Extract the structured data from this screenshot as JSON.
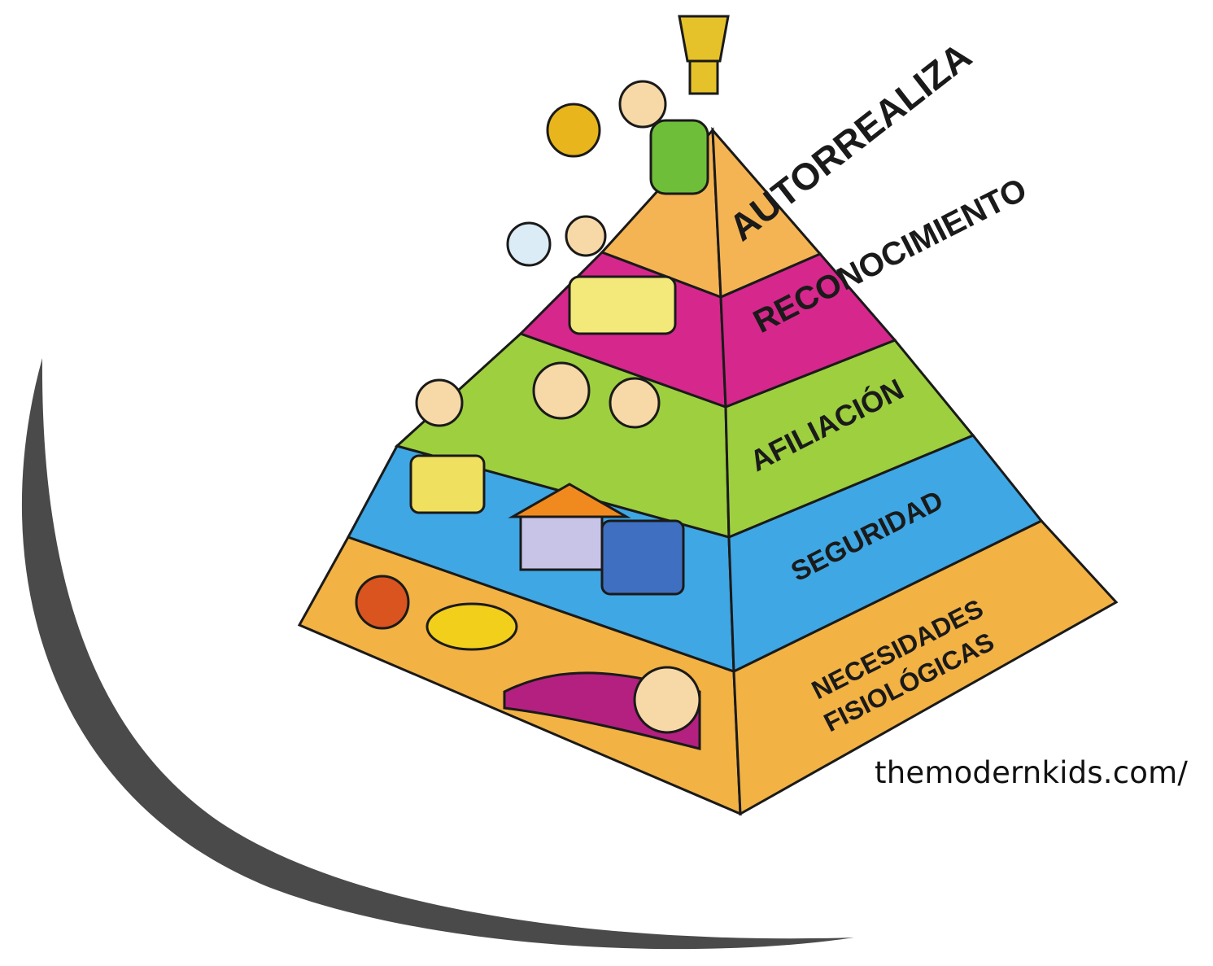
{
  "pyramid": {
    "levels": [
      {
        "key": "self-actualization",
        "label": "AUTORREALIZA",
        "color": "#f5b453"
      },
      {
        "key": "esteem",
        "label": "RECONOCIMIENTO",
        "color": "#d6278c"
      },
      {
        "key": "belonging",
        "label": "AFILIACIÓN",
        "color": "#9dcf3f"
      },
      {
        "key": "safety",
        "label": "SEGURIDAD",
        "color": "#3fa7e3"
      },
      {
        "key": "physiological",
        "label": "NECESIDADES FISIOLÓGICAS",
        "label_line1": "NECESIDADES",
        "label_line2": "FISIOLÓGICAS",
        "color": "#f2b244"
      }
    ]
  },
  "credit": "themodernkids.com/",
  "colors": {
    "swoosh": "#4a4a4a",
    "outline": "#1a1a1a",
    "background": "#ffffff"
  }
}
